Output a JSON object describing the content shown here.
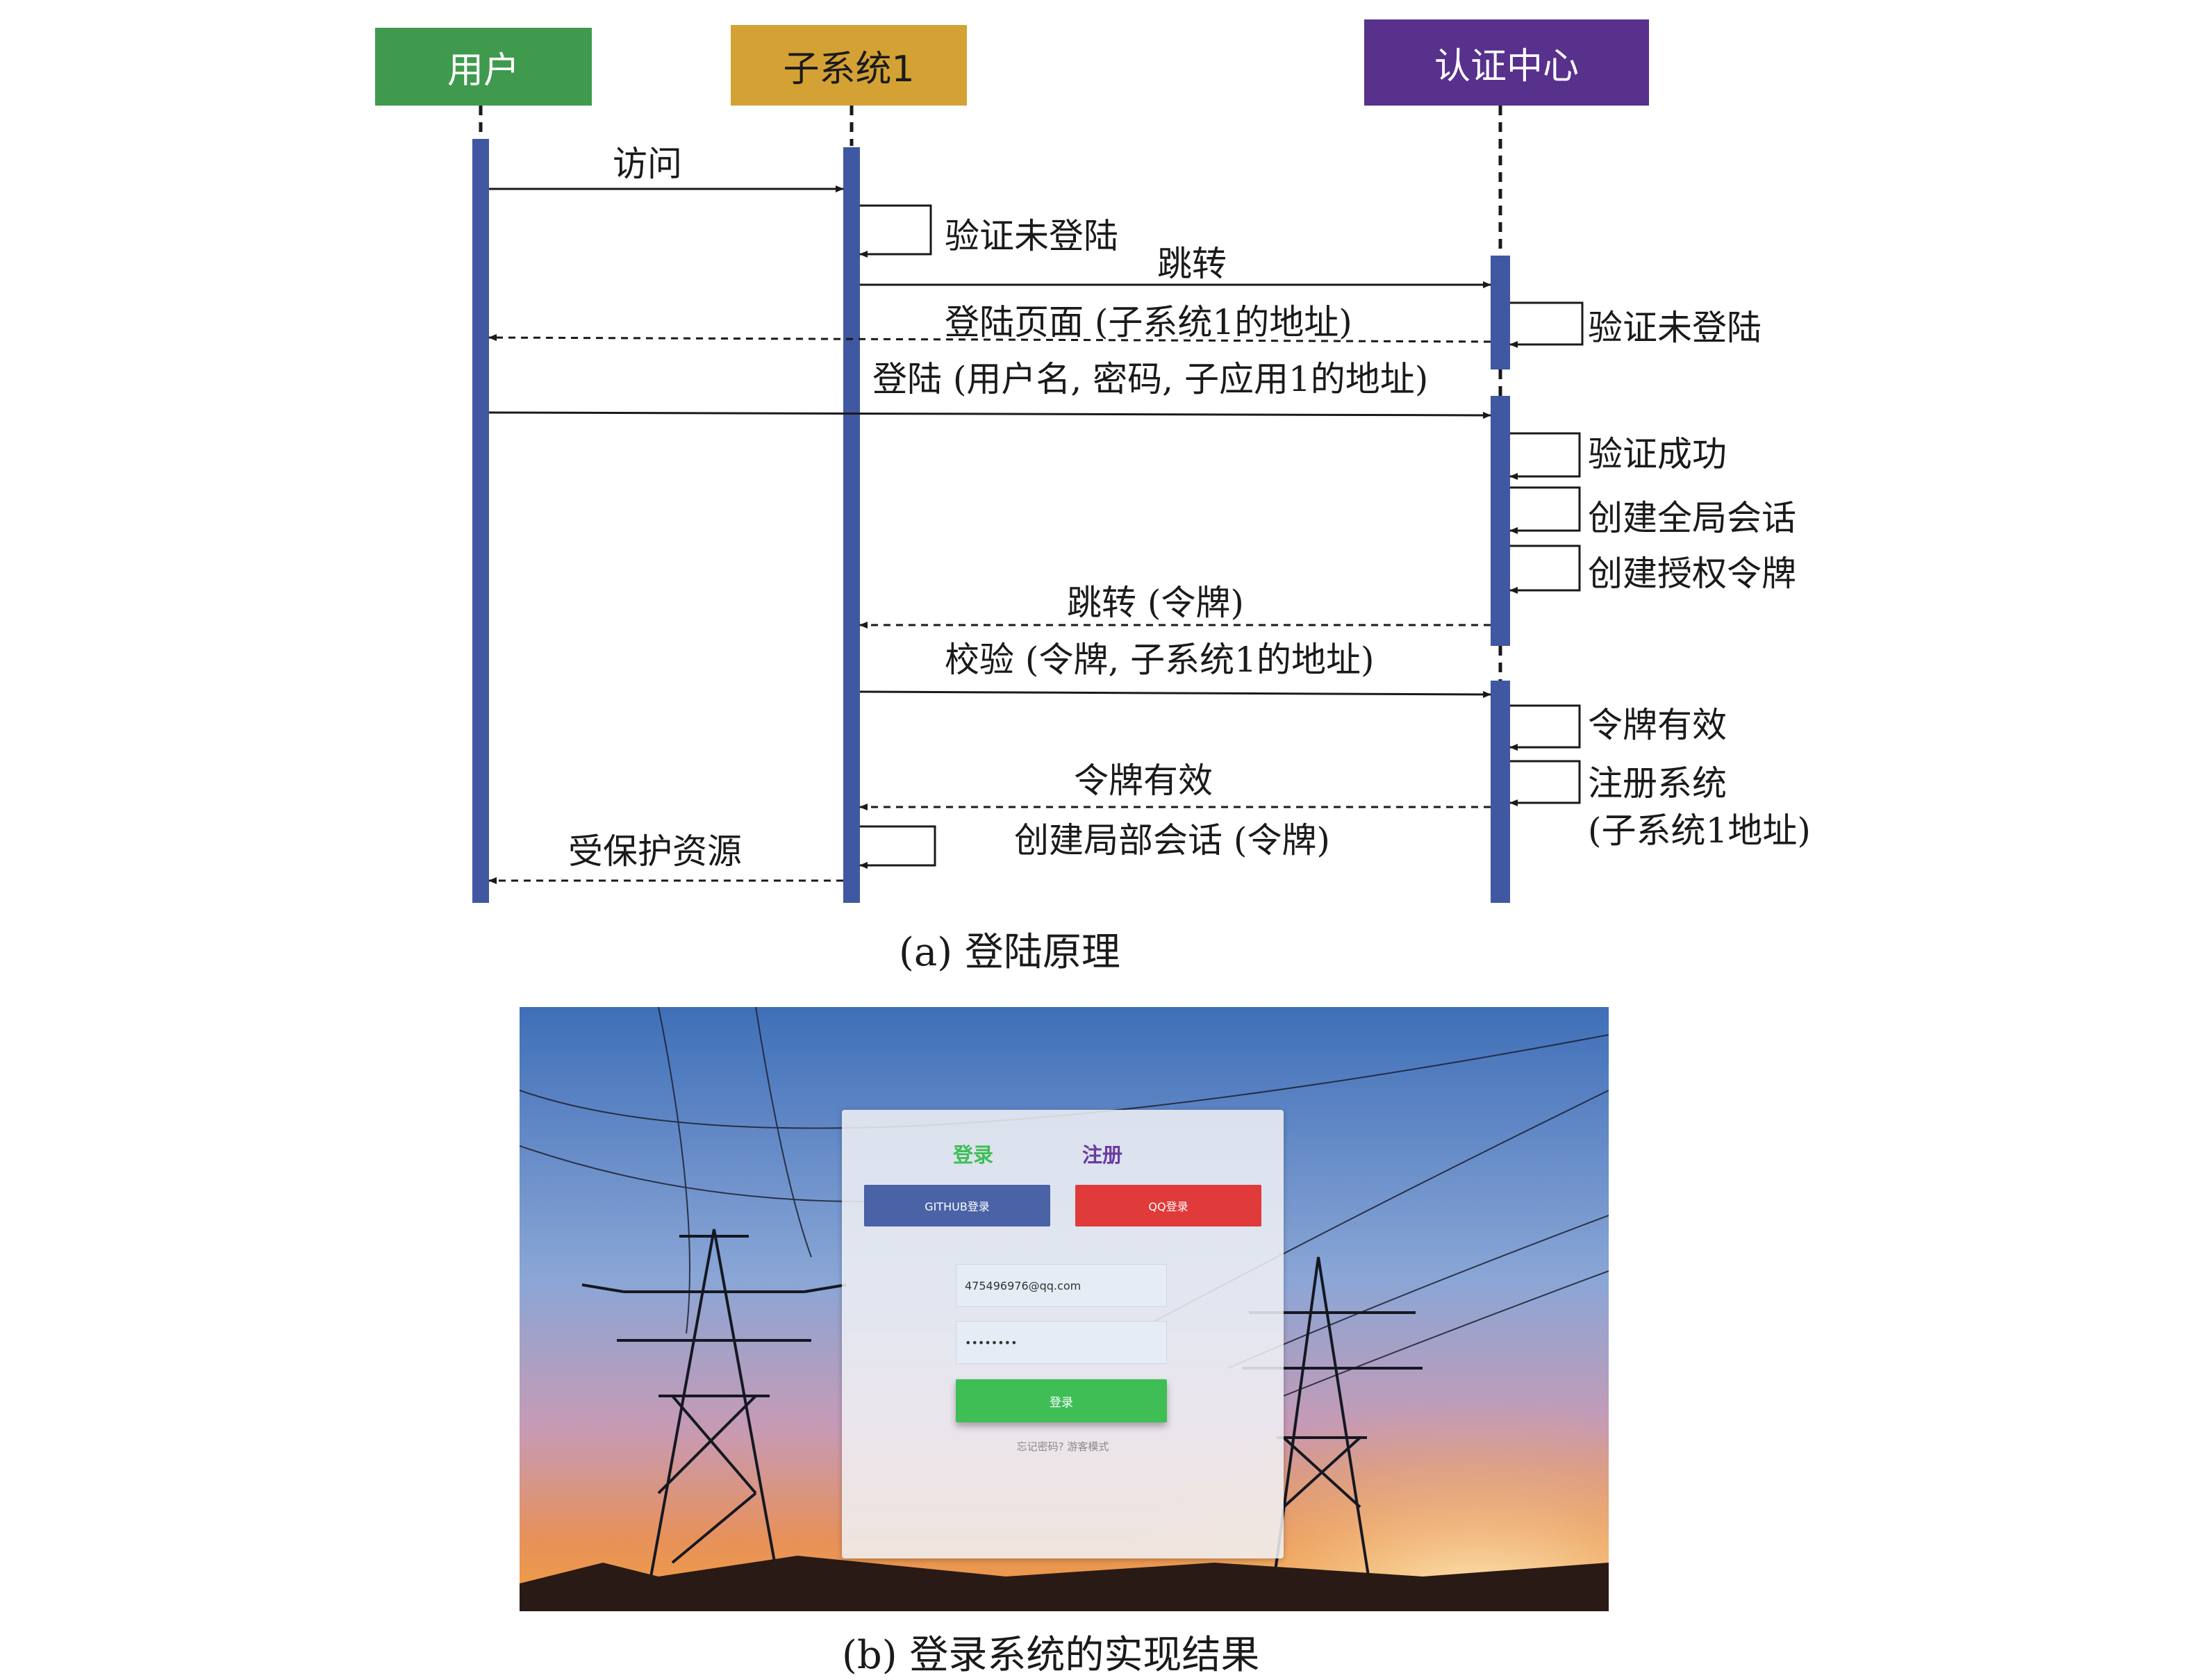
{
  "actors": {
    "user": {
      "label": "用户",
      "color": "#3f9a4e"
    },
    "subsystem": {
      "label": "子系统1",
      "color": "#d4a234"
    },
    "auth_center": {
      "label": "认证中心",
      "color": "#57318c"
    }
  },
  "lifeline_color": "#3f58a1",
  "messages": {
    "visit": "访问",
    "verify_not_logged_1": "验证未登陆",
    "redirect": "跳转",
    "login_page": "登陆页面 (子系统1的地址)",
    "verify_not_logged_2": "验证未登陆",
    "login": "登陆 (用户名, 密码, 子应用1的地址)",
    "verify_success": "验证成功",
    "create_global_session": "创建全局会话",
    "create_auth_token": "创建授权令牌",
    "redirect_token": "跳转 (令牌)",
    "validate": "校验 (令牌, 子系统1的地址)",
    "token_valid_self": "令牌有效",
    "register_system": "注册系统",
    "register_system_addr": "(子系统1地址)",
    "token_valid": "令牌有效",
    "create_local_session": "创建局部会话 (令牌)",
    "protected_resource": "受保护资源"
  },
  "captions": {
    "a": "(a) 登陆原理",
    "b": "(b) 登录系统的实现结果"
  },
  "login_ui": {
    "tab_login": "登录",
    "tab_register": "注册",
    "tab_login_color": "#3fbe55",
    "tab_register_color": "#6a3aa0",
    "github_button": "GITHUB登录",
    "github_color": "#4a62a6",
    "qq_button": "QQ登录",
    "qq_color": "#e03a3a",
    "email_value": "475496976@qq.com",
    "password_value": "••••••••",
    "submit_button": "登录",
    "submit_color": "#3fbe55",
    "footer_links": "忘记密码? 游客模式"
  }
}
